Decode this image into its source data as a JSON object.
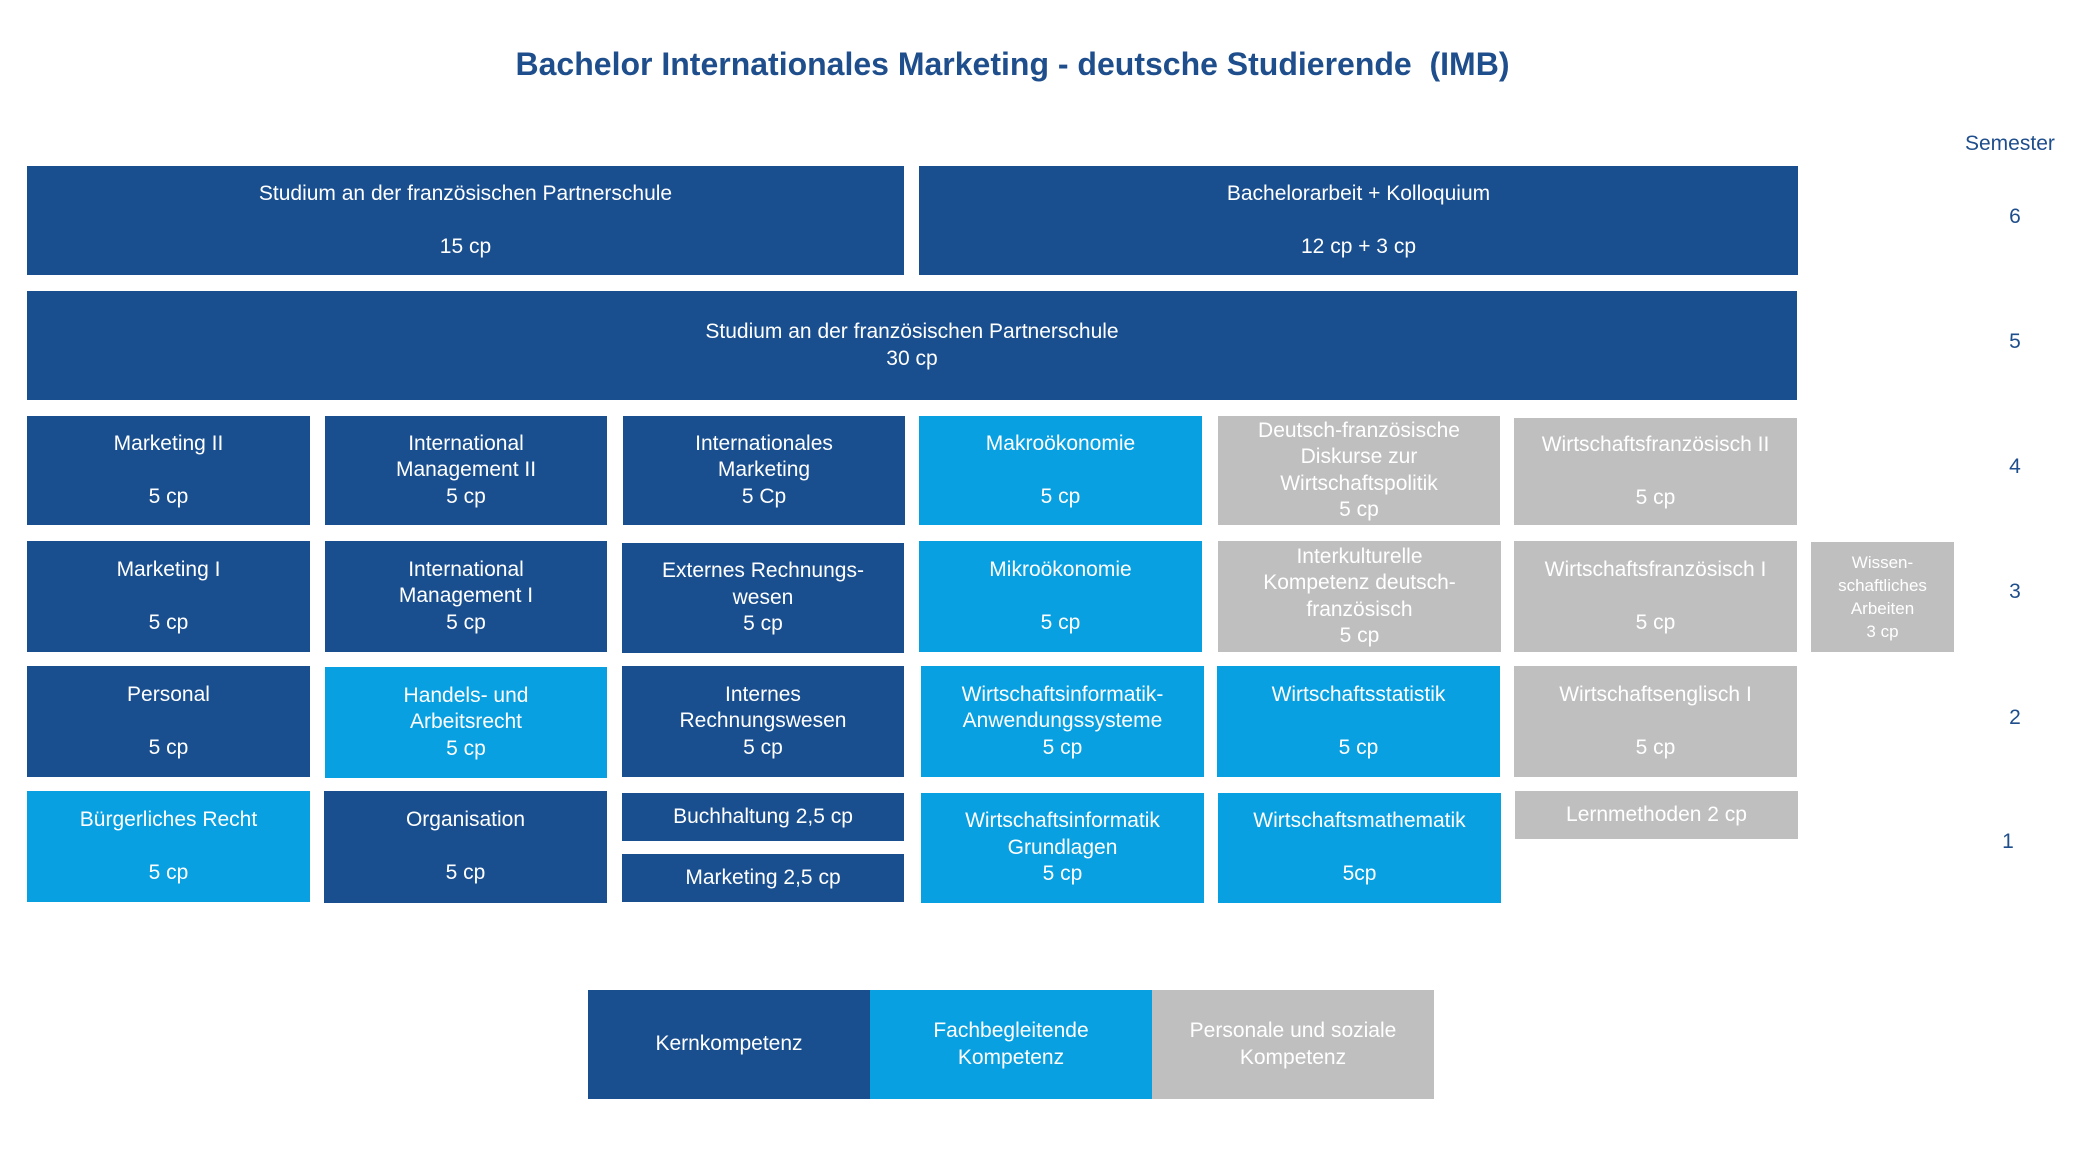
{
  "title": "Bachelor Internationales Marketing - deutsche Studierende  (IMB)",
  "semester_label": "Semester",
  "semesters": [
    "6",
    "5",
    "4",
    "3",
    "2",
    "1"
  ],
  "colors": {
    "kernkompetenz": "#1a4f8f",
    "fachbegleitende": "#08a0e0",
    "personale": "#bfbfbf",
    "title": "#1f4e8c"
  },
  "modules": {
    "s6_partner": "Studium an der französischen Partnerschule\n\n15 cp",
    "s6_bachelor": "Bachelorarbeit + Kolloquium\n\n12 cp  + 3 cp",
    "s5_partner": "Studium an der französischen Partnerschule\n30 cp",
    "s4_marketing2": "Marketing II\n\n5 cp",
    "s4_intmgmt2": "International\nManagement II\n5 cp",
    "s4_intmarketing": "Internationales\nMarketing\n5  Cp",
    "s4_makro": "Makroökonomie\n\n5 cp",
    "s4_diskurse": "Deutsch-französische\nDiskurse zur\nWirtschaftspolitik\n5 cp",
    "s4_wifr2": "Wirtschaftsfranzösisch II\n\n5 cp",
    "s3_marketing1": "Marketing I\n\n5 cp",
    "s3_intmgmt1": "International\nManagement I\n5 cp",
    "s3_externes": "Externes Rechnungs-\nwesen\n5 cp",
    "s3_mikro": "Mikroökonomie\n\n5 cp",
    "s3_interkulturell": "Interkulturelle\nKompetenz deutsch-\nfranzösisch\n5 cp",
    "s3_wifr1": "Wirtschaftsfranzösisch I\n\n5 cp",
    "s3_wissen": "Wissen-\nschaftliches\nArbeiten\n3 cp",
    "s2_personal": "Personal\n\n5 cp",
    "s2_handels": "Handels- und\nArbeitsrecht\n5 cp",
    "s2_internes": "Internes\nRechnungswesen\n5 cp",
    "s2_wiinf_anw": "Wirtschaftsinformatik-\nAnwendungssysteme\n5 cp",
    "s2_statistik": "Wirtschaftsstatistik\n\n5 cp",
    "s2_englisch": "Wirtschaftsenglisch I\n\n5 cp",
    "s1_buergerlich": "Bürgerliches Recht\n\n5 cp",
    "s1_organisation": "Organisation\n\n5 cp",
    "s1_buchhaltung": "Buchhaltung 2,5 cp",
    "s1_marketing": "Marketing 2,5 cp",
    "s1_wiinf_grund": "Wirtschaftsinformatik\nGrundlagen\n5 cp",
    "s1_mathe": "Wirtschaftsmathematik\n\n5cp",
    "s1_lernmethoden": "Lernmethoden 2 cp"
  },
  "legend": [
    "Kernkompetenz",
    "Fachbegleitende\nKompetenz",
    "Personale und soziale\nKompetenz"
  ]
}
